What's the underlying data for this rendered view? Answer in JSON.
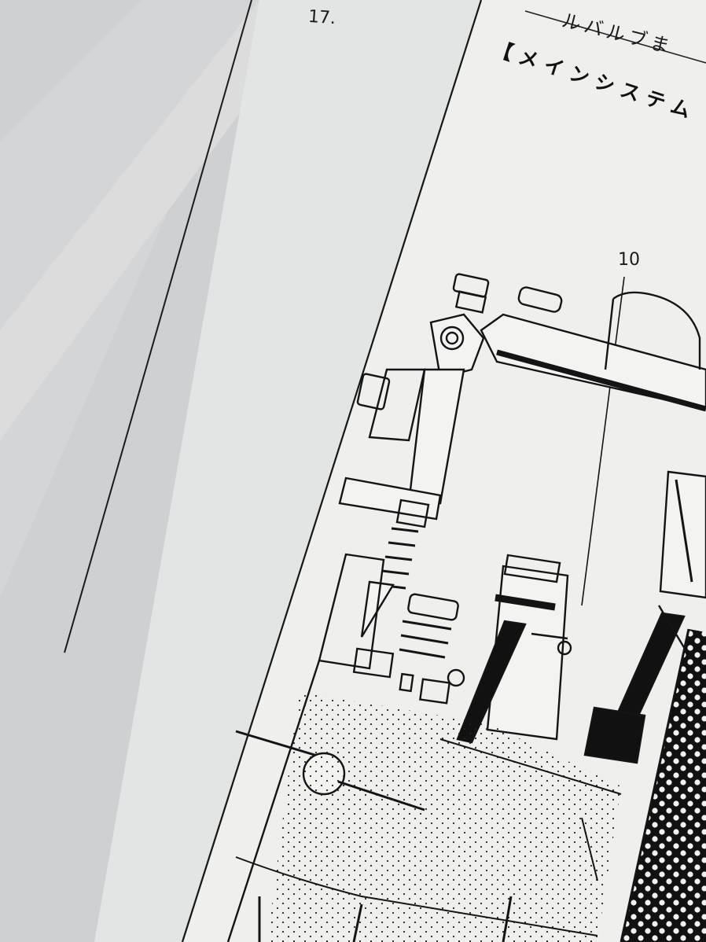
{
  "page": {
    "number": "17.",
    "header_line": "ルバルブま",
    "section_heading": "【メインシステム"
  },
  "diagram": {
    "callout_labels": [
      "10"
    ]
  },
  "colors": {
    "paper": "#f1f1f0",
    "paper_shadow": "#dcdddd",
    "ink": "#141414"
  }
}
